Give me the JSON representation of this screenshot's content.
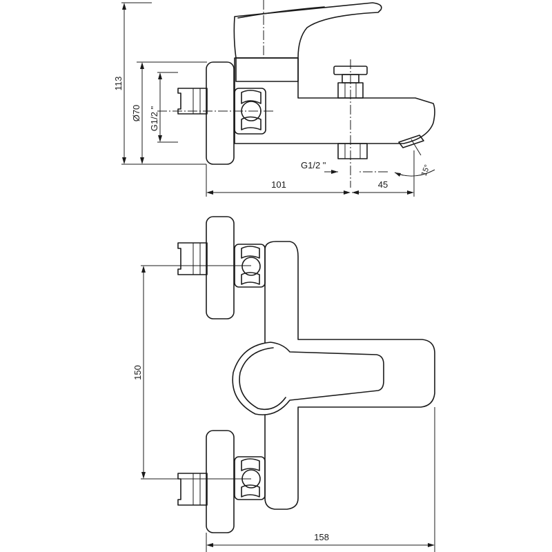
{
  "dimensions": {
    "height": "113",
    "diameter": "Ø70",
    "thread_side": "G1/2 \"",
    "thread_bottom": "G1/2 \"",
    "length_101": "101",
    "length_45": "45",
    "angle": "15°",
    "spacing": "150",
    "width": "158"
  }
}
